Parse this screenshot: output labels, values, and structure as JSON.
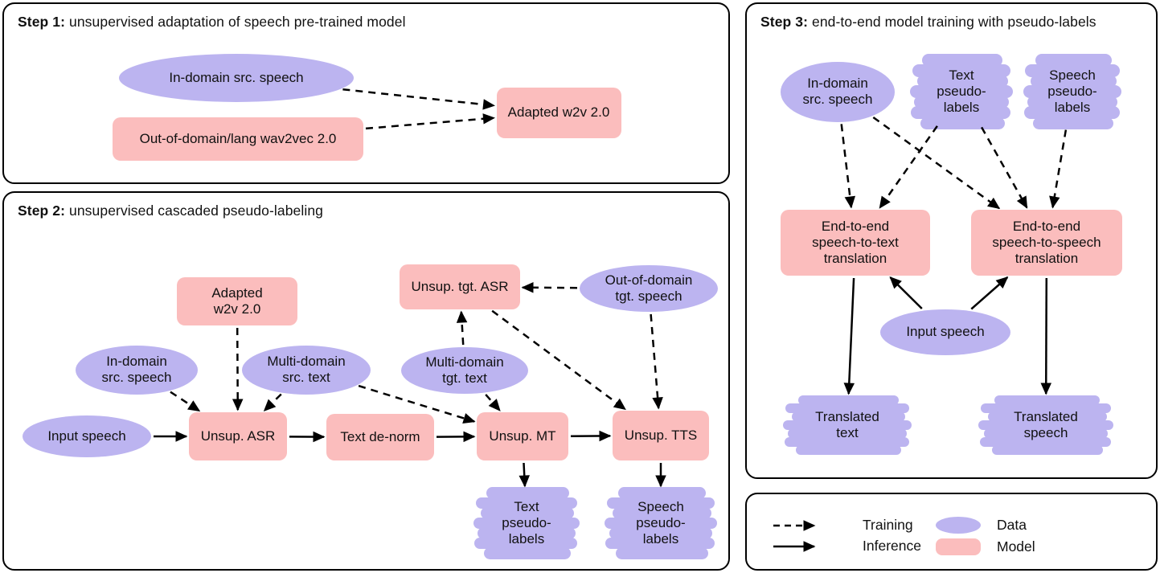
{
  "panels": [
    {
      "id": "step1",
      "title_bold": "Step 1:",
      "title_rest": " unsupervised adaptation of speech pre-trained model"
    },
    {
      "id": "step2",
      "title_bold": "Step 2:",
      "title_rest": " unsupervised cascaded pseudo-labeling"
    },
    {
      "id": "step3",
      "title_bold": "Step 3:",
      "title_rest": " end-to-end model training with pseudo-labels"
    }
  ],
  "legend": {
    "training_label": "Training",
    "inference_label": "Inference",
    "data_label": "Data",
    "model_label": "Model"
  },
  "colors": {
    "data_fill": "#bcb4f0",
    "model_fill": "#fbbdbd",
    "line": "#000000"
  },
  "nodes": [
    {
      "id": "s1_in_domain",
      "shape": "ellipse",
      "label": "In-domain src. speech"
    },
    {
      "id": "s1_wav2vec",
      "shape": "rect",
      "label": "Out-of-domain/lang wav2vec 2.0"
    },
    {
      "id": "s1_adapted",
      "shape": "rect",
      "label": "Adapted w2v 2.0"
    },
    {
      "id": "s2_adapted",
      "shape": "rect",
      "label": "Adapted\nw2v 2.0"
    },
    {
      "id": "s2_in_domain",
      "shape": "ellipse",
      "label": "In-domain\nsrc. speech"
    },
    {
      "id": "s2_multi_src",
      "shape": "ellipse",
      "label": "Multi-domain\nsrc. text"
    },
    {
      "id": "s2_tgt_asr",
      "shape": "rect",
      "label": "Unsup. tgt. ASR"
    },
    {
      "id": "s2_multi_tgt",
      "shape": "ellipse",
      "label": "Multi-domain\ntgt. text"
    },
    {
      "id": "s2_ood_speech",
      "shape": "ellipse",
      "label": "Out-of-domain\ntgt. speech"
    },
    {
      "id": "s2_input",
      "shape": "ellipse",
      "label": "Input speech"
    },
    {
      "id": "s2_asr",
      "shape": "rect",
      "label": "Unsup. ASR"
    },
    {
      "id": "s2_denorm",
      "shape": "rect",
      "label": "Text de-norm"
    },
    {
      "id": "s2_mt",
      "shape": "rect",
      "label": "Unsup. MT"
    },
    {
      "id": "s2_tts",
      "shape": "rect",
      "label": "Unsup. TTS"
    },
    {
      "id": "s2_text_pl",
      "shape": "cloud",
      "label": "Text\npseudo-\nlabels"
    },
    {
      "id": "s2_speech_pl",
      "shape": "cloud",
      "label": "Speech\npseudo-\nlabels"
    },
    {
      "id": "s3_in_domain",
      "shape": "ellipse",
      "label": "In-domain\nsrc. speech"
    },
    {
      "id": "s3_text_pl",
      "shape": "cloud",
      "label": "Text\npseudo-\nlabels"
    },
    {
      "id": "s3_speech_pl",
      "shape": "cloud",
      "label": "Speech\npseudo-\nlabels"
    },
    {
      "id": "s3_s2t",
      "shape": "rect",
      "label": "End-to-end\nspeech-to-text\ntranslation"
    },
    {
      "id": "s3_s2s",
      "shape": "rect",
      "label": "End-to-end\nspeech-to-speech\ntranslation"
    },
    {
      "id": "s3_input",
      "shape": "ellipse",
      "label": "Input speech"
    },
    {
      "id": "s3_trans_text",
      "shape": "cloud",
      "label": "Translated\ntext"
    },
    {
      "id": "s3_trans_speech",
      "shape": "cloud",
      "label": "Translated\nspeech"
    }
  ],
  "edges": [
    {
      "from": "s1_in_domain",
      "to": "s1_adapted",
      "style": "training"
    },
    {
      "from": "s1_wav2vec",
      "to": "s1_adapted",
      "style": "training"
    },
    {
      "from": "s2_adapted",
      "to": "s2_asr",
      "style": "training"
    },
    {
      "from": "s2_in_domain",
      "to": "s2_asr",
      "style": "training"
    },
    {
      "from": "s2_multi_src",
      "to": "s2_asr",
      "style": "training"
    },
    {
      "from": "s2_multi_src",
      "to": "s2_mt",
      "style": "training"
    },
    {
      "from": "s2_multi_tgt",
      "to": "s2_tgt_asr",
      "style": "training"
    },
    {
      "from": "s2_multi_tgt",
      "to": "s2_mt",
      "style": "training"
    },
    {
      "from": "s2_ood_speech",
      "to": "s2_tgt_asr",
      "style": "training"
    },
    {
      "from": "s2_ood_speech",
      "to": "s2_tts",
      "style": "training"
    },
    {
      "from": "s2_tgt_asr",
      "to": "s2_tts",
      "style": "training"
    },
    {
      "from": "s2_input",
      "to": "s2_asr",
      "style": "inference"
    },
    {
      "from": "s2_asr",
      "to": "s2_denorm",
      "style": "inference"
    },
    {
      "from": "s2_denorm",
      "to": "s2_mt",
      "style": "inference"
    },
    {
      "from": "s2_mt",
      "to": "s2_tts",
      "style": "inference"
    },
    {
      "from": "s2_mt",
      "to": "s2_text_pl",
      "style": "inference"
    },
    {
      "from": "s2_tts",
      "to": "s2_speech_pl",
      "style": "inference"
    },
    {
      "from": "s3_in_domain",
      "to": "s3_s2t",
      "style": "training"
    },
    {
      "from": "s3_in_domain",
      "to": "s3_s2s",
      "style": "training"
    },
    {
      "from": "s3_text_pl",
      "to": "s3_s2t",
      "style": "training"
    },
    {
      "from": "s3_text_pl",
      "to": "s3_s2s",
      "style": "training"
    },
    {
      "from": "s3_speech_pl",
      "to": "s3_s2s",
      "style": "training"
    },
    {
      "from": "s3_input",
      "to": "s3_s2t",
      "style": "inference"
    },
    {
      "from": "s3_input",
      "to": "s3_s2s",
      "style": "inference"
    },
    {
      "from": "s3_s2t",
      "to": "s3_trans_text",
      "style": "inference"
    },
    {
      "from": "s3_s2s",
      "to": "s3_trans_speech",
      "style": "inference"
    }
  ]
}
